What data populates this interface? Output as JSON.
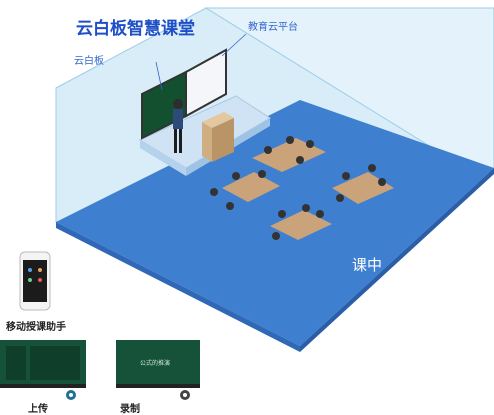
{
  "title": "云白板智慧课堂",
  "callouts": {
    "cloud_platform": "教育云平台",
    "whiteboard": "云白板"
  },
  "classroom_label": "课中",
  "phone": {
    "label": "移动授课助手"
  },
  "screenshots": [
    {
      "caption": "上传",
      "icon": "upload-icon"
    },
    {
      "caption": "录制",
      "icon": "record-icon",
      "screen_text": "公式的推演"
    }
  ],
  "colors": {
    "title": "#1e4fc8",
    "floor": "#3f7fd0",
    "wall": "#d3e9f7",
    "board": "#13502f",
    "desk": "#caa37a"
  }
}
